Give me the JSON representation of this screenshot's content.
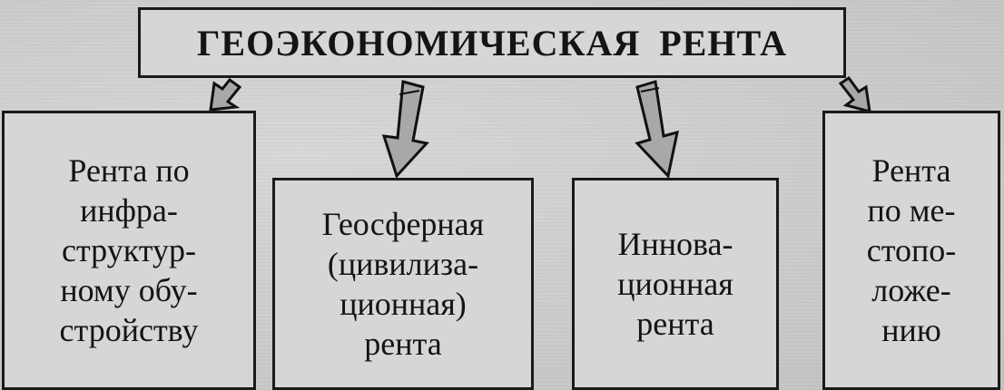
{
  "diagram": {
    "title": "ГЕОЭКОНОМИЧЕСКАЯ  РЕНТА",
    "boxes": [
      {
        "text": "Рента по\nинфра-\nструктур-\nному обу-\nстройству"
      },
      {
        "text": "Геосферная\n(цивилиза-\nционная)\nрента"
      },
      {
        "text": "Иннова-\nционная\nрента"
      },
      {
        "text": "Рента\nпо ме-\nстопо-\nложе-\nнию"
      }
    ]
  },
  "colors": {
    "background": "#cfcfcf",
    "border": "#1a1a1a",
    "arrow_fill": "#a8a8a8"
  }
}
